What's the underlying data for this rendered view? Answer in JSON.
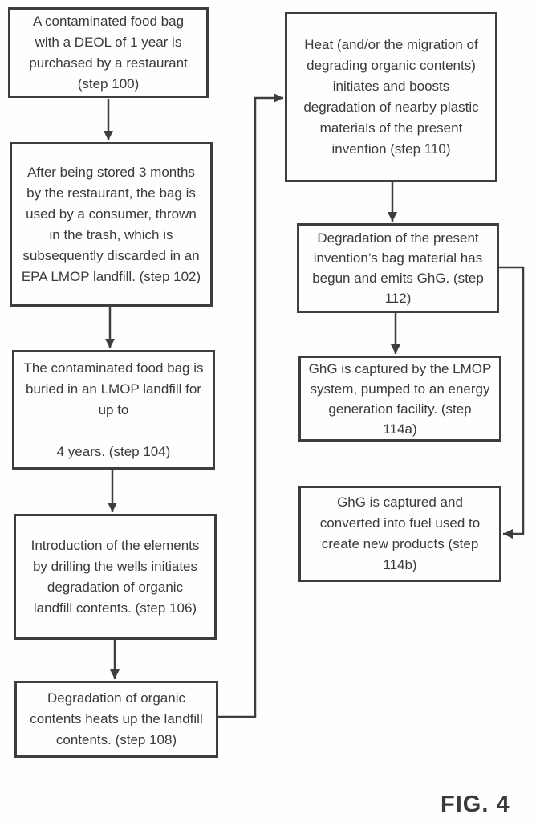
{
  "figure_label": "FIG. 4",
  "flowchart": {
    "colors": {
      "ink": "#3e3e3e",
      "background": "#fefefe"
    },
    "boxes": [
      {
        "id": "step-100",
        "text": "A contaminated food bag\nwith a DEOL of 1 year is\npurchased by a restaurant\n(step 100)"
      },
      {
        "id": "step-102",
        "text": "After being stored 3 months\nby the restaurant, the bag is\nused by a consumer, thrown\nin the trash, which is\nsubsequently discarded in an\nEPA LMOP landfill. (step 102)"
      },
      {
        "id": "step-104",
        "text": "The contaminated food bag is\nburied in an LMOP landfill for\nup to\n\n4 years. (step 104)"
      },
      {
        "id": "step-106",
        "text": "Introduction of the elements\nby drilling the wells initiates\ndegradation of organic\nlandfill contents. (step 106)"
      },
      {
        "id": "step-108",
        "text": "Degradation of organic\ncontents heats up the landfill\ncontents. (step 108)"
      },
      {
        "id": "step-110",
        "text": "Heat (and/or the migration of\ndegrading organic contents)\ninitiates and boosts\ndegradation of nearby plastic\nmaterials of the present\ninvention (step 110)"
      },
      {
        "id": "step-112",
        "text": "Degradation of the present\ninvention’s bag material has\nbegun and emits GhG. (step\n112)"
      },
      {
        "id": "step-114a",
        "text": "GhG is captured by the LMOP\nsystem, pumped to an energy\ngeneration facility. (step\n114a)"
      },
      {
        "id": "step-114b",
        "text": "GhG is captured and\nconverted into fuel used to\ncreate new products (step\n114b)"
      }
    ],
    "edges": [
      {
        "from": "step-100",
        "to": "step-102"
      },
      {
        "from": "step-102",
        "to": "step-104"
      },
      {
        "from": "step-104",
        "to": "step-106"
      },
      {
        "from": "step-106",
        "to": "step-108"
      },
      {
        "from": "step-108",
        "to": "step-110"
      },
      {
        "from": "step-110",
        "to": "step-112"
      },
      {
        "from": "step-112",
        "to": "step-114a"
      },
      {
        "from": "step-112",
        "to": "step-114b"
      }
    ]
  }
}
